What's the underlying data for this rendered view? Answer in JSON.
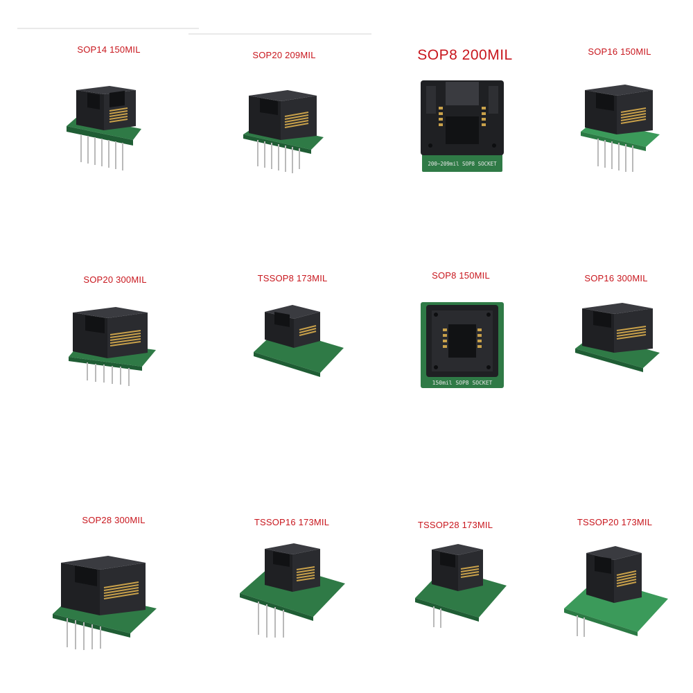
{
  "products": [
    {
      "label": "SOP14 150MIL"
    },
    {
      "label": "SOP20 209MIL"
    },
    {
      "label": "SOP8 200MIL",
      "board_text": "200~209mil SOP8 SOCKET"
    },
    {
      "label": "SOP16 150MIL"
    },
    {
      "label": "SOP20 300MIL"
    },
    {
      "label": "TSSOP8 173MIL"
    },
    {
      "label": "SOP8 150MIL",
      "board_text": "150mil SOP8 SOCKET"
    },
    {
      "label": "SOP16 300MIL"
    },
    {
      "label": "SOP28 300MIL"
    },
    {
      "label": "TSSOP16 173MIL"
    },
    {
      "label": "TSSOP28 173MIL"
    },
    {
      "label": "TSSOP20 173MIL"
    }
  ],
  "colors": {
    "label": "#c8161d",
    "socket": "#1f2023",
    "pcb": "#2f7a46",
    "pcb_light": "#3b9a5a",
    "gold": "#c9a14a",
    "pin": "#b9b9b9"
  }
}
